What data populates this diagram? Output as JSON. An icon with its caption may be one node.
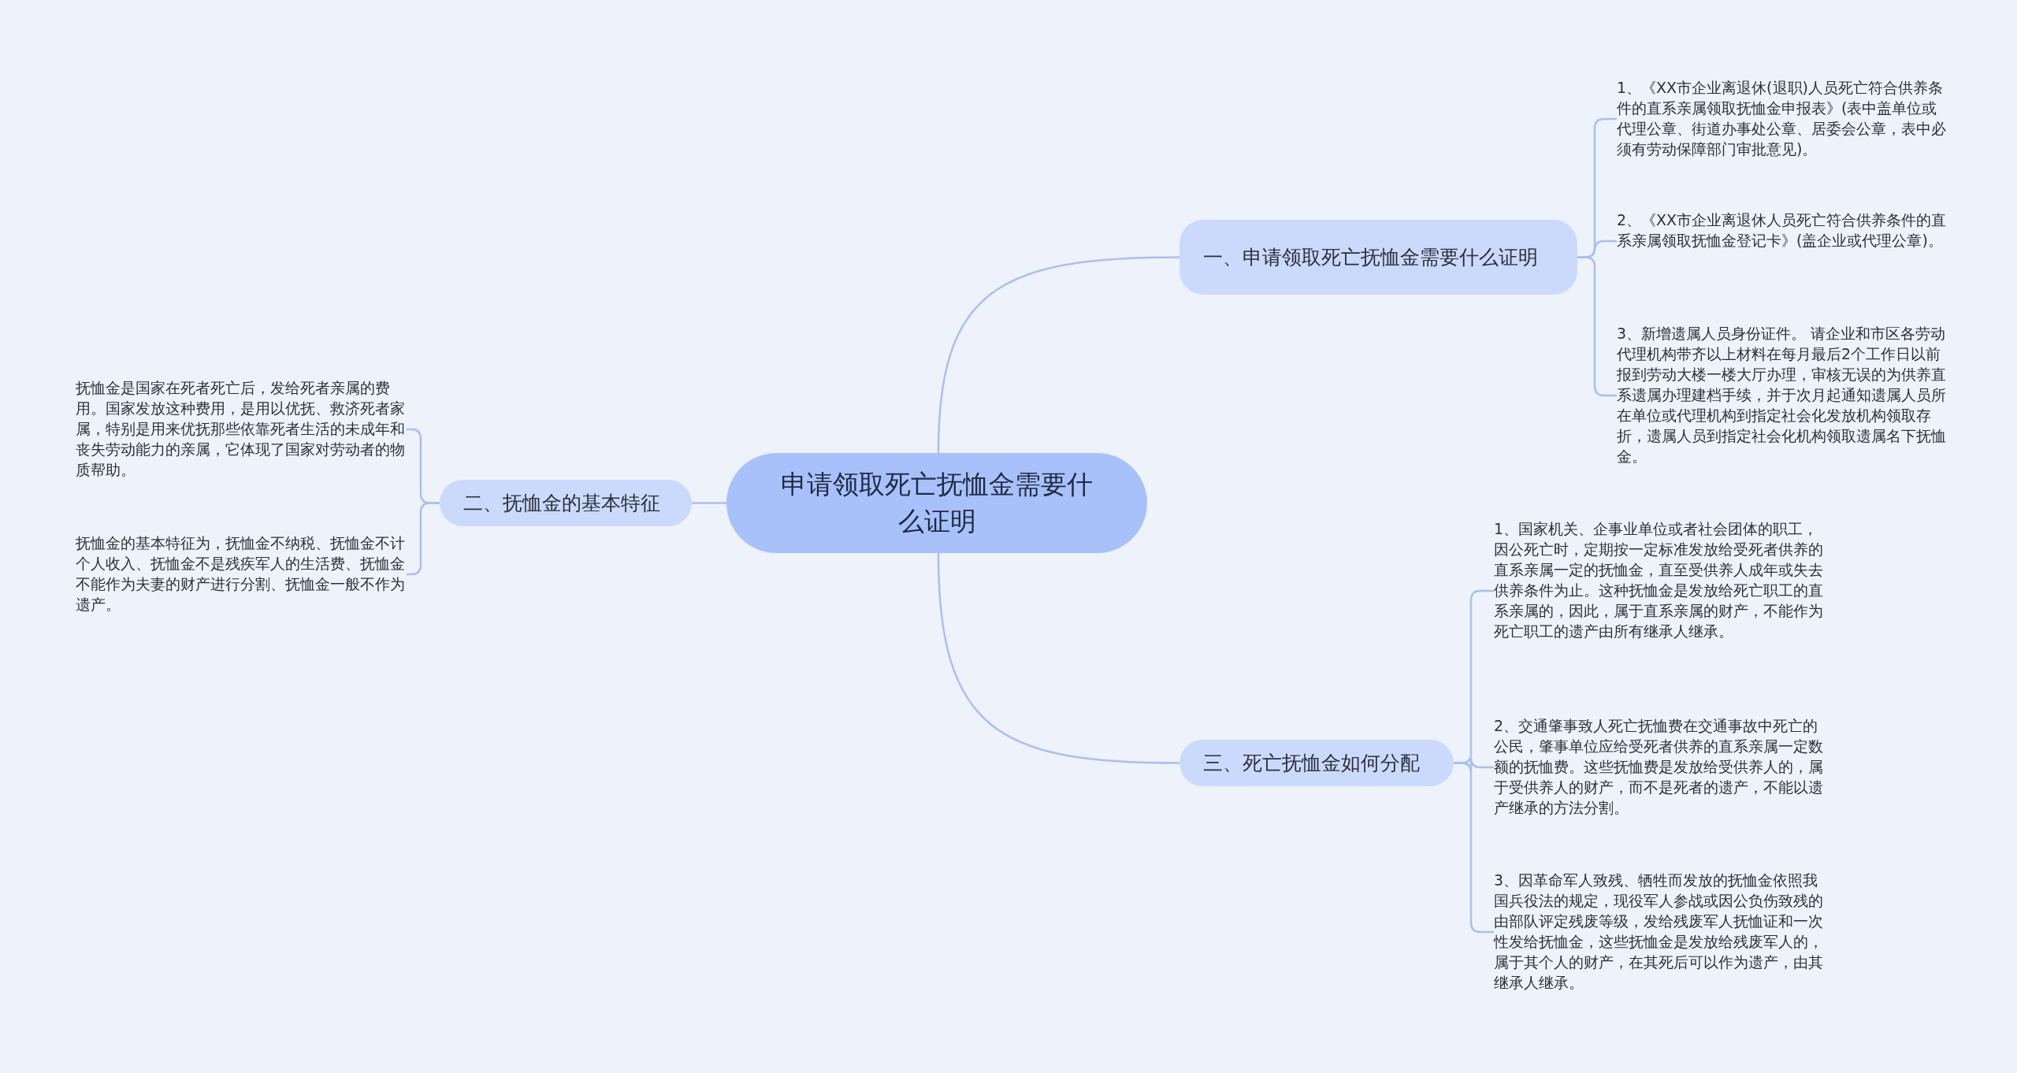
{
  "diagram": {
    "nodes": [
      {
        "text": [
          "申请领取死亡抚恤金需要什么证明"
        ]
      },
      {
        "text": [
          "一、申请领取死亡抚恤金需要什么证明"
        ]
      },
      {
        "text": [
          "1、《XX市企业离退休(退职)人员死亡符合供养条件的直系亲属领取抚恤金申报表》(表中盖单位或代理公章、街道办事处公章、居委会公章，表中必须有劳动保障部门审批意见)。"
        ]
      },
      {
        "text": [
          "2、《XX市企业离退休人员死亡符合供养条件的直系亲属领取抚恤金登记卡》(盖企业或代理公章)。"
        ]
      },
      {
        "text": [
          "3、新增遗属人员身份证件。 请企业和市区各劳动代理机构带齐以上材料在每月最后2个工作日以前报到劳动大楼一楼大厅办理，审核无误的为供养直系遗属办理建档手续，并于次月起通知遗属人员所在单位或代理机构到指定社会化发放机构领取存折，遗属人员到指定社会化机构领取遗属名下抚恤金。"
        ]
      },
      {
        "text": [
          "二、抚恤金的基本特征"
        ]
      },
      {
        "text": [
          "抚恤金是国家在死者死亡后，发给死者亲属的费用。国家发放这种费用，是用以优抚、救济死者家属，特别是用来优抚那些依靠死者生活的未成年和丧失劳动能力的亲属，它体现了国家对劳动者的物质帮助。"
        ]
      },
      {
        "text": [
          "抚恤金的基本特征为，抚恤金不纳税、抚恤金不计个人收入、抚恤金不是残疾军人的生活费、抚恤金不能作为夫妻的财产进行分割、抚恤金一般不作为遗产。"
        ]
      },
      {
        "text": [
          "三、死亡抚恤金如何分配"
        ]
      },
      {
        "text": [
          "1、国家机关、企事业单位或者社会团体的职工，因公死亡时，定期按一定标准发放给受死者供养的直系亲属一定的抚恤金，直至受供养人成年或失去供养条件为止。这种抚恤金是发放给死亡职工的直系亲属的，因此，属于直系亲属的财产，不能作为死亡职工的遗产由所有继承人继承。"
        ]
      },
      {
        "text": [
          "2、交通肇事致人死亡抚恤费在交通事故中死亡的公民，肇事单位应给受死者供养的直系亲属一定数额的抚恤费。这些抚恤费是发放给受供养人的，属于受供养人的财产，而不是死者的遗产，不能以遗产继承的方法分割。"
        ]
      },
      {
        "text": [
          "3、因革命军人致残、牺牲而发放的抚恤金依照我国兵役法的规定，现役军人参战或因公负伤致残的由部队评定残废等级，发给残废军人抚恤证和一次性发给抚恤金，这些抚恤金是发放给残废军人的，属于其个人的财产，在其死后可以作为遗产，由其继承人继承。"
        ]
      }
    ],
    "edges": [
      {
        "from": 0,
        "to": 1,
        "arrow": "none"
      },
      {
        "from": 1,
        "to": 2,
        "arrow": "none"
      },
      {
        "from": 1,
        "to": 3,
        "arrow": "none"
      },
      {
        "from": 1,
        "to": 4,
        "arrow": "none"
      },
      {
        "from": 0,
        "to": 5,
        "arrow": "none"
      },
      {
        "from": 5,
        "to": 6,
        "arrow": "none"
      },
      {
        "from": 5,
        "to": 7,
        "arrow": "none"
      },
      {
        "from": 0,
        "to": 8,
        "arrow": "none"
      },
      {
        "from": 8,
        "to": 9,
        "arrow": "none"
      },
      {
        "from": 8,
        "to": 10,
        "arrow": "none"
      },
      {
        "from": 8,
        "to": 11,
        "arrow": "none"
      }
    ]
  }
}
